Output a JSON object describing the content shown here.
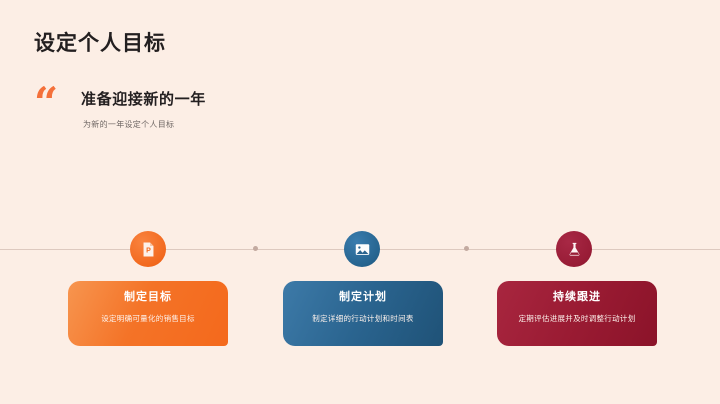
{
  "slide": {
    "title": "设定个人目标",
    "background_color": "#fceee5"
  },
  "quote": {
    "mark": "“",
    "heading": "准备迎接新的一年",
    "subtitle": "为新的一年设定个人目标",
    "mark_color": "#f4703a"
  },
  "timeline": {
    "line_color": "#ddc9bf",
    "dot_color": "#c3aaa0",
    "steps": [
      {
        "icon": "presentation-document-icon",
        "icon_color": "#f2691e",
        "title": "制定目标",
        "description": "设定明确可量化的销售目标",
        "card_color": "#f47327"
      },
      {
        "icon": "image-picture-icon",
        "icon_color": "#26648f",
        "title": "制定计划",
        "description": "制定详细的行动计划和时间表",
        "card_color": "#2a648f"
      },
      {
        "icon": "flask-icon",
        "icon_color": "#981c36",
        "title": "持续跟进",
        "description": "定期评估进展并及时调整行动计划",
        "card_color": "#9a1b33"
      }
    ]
  }
}
